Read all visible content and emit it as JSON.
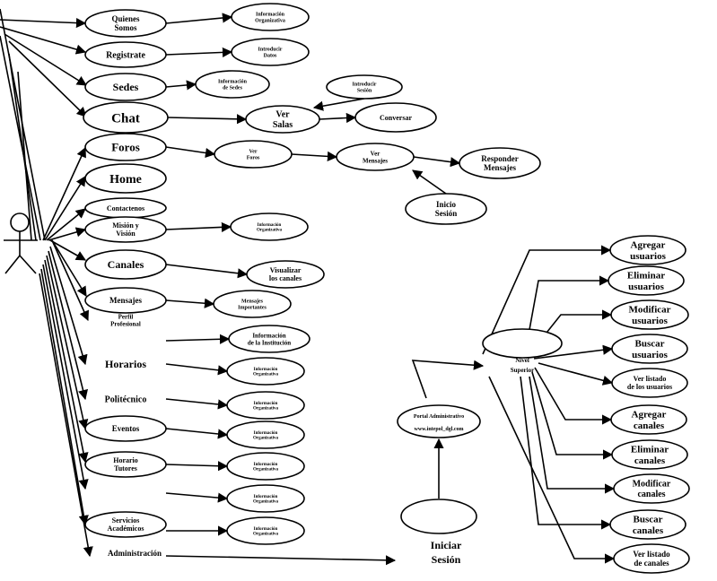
{
  "nodes": {
    "quienes_somos": [
      "Quienes",
      "Somos"
    ],
    "registrate": [
      "Registrate"
    ],
    "sedes": [
      "Sedes"
    ],
    "chat": [
      "Chat"
    ],
    "foros": [
      "Foros"
    ],
    "home": [
      "Home"
    ],
    "contactenos": [
      "Contactenos"
    ],
    "mision_vision": [
      "Misión y",
      "Visión"
    ],
    "canales": [
      "Canales"
    ],
    "mensajes": [
      "Mensajes"
    ],
    "perfil_profesional": [
      "Perfil",
      "Profesional"
    ],
    "horarios": [
      "Horarios"
    ],
    "politecnico": [
      "Politécnico"
    ],
    "eventos": [
      "Eventos"
    ],
    "horario_tutores": [
      "Horario",
      "Tutores"
    ],
    "servicios_academicos": [
      "Servicios",
      "Académicos"
    ],
    "administracion": [
      "Administración"
    ],
    "info_org_1": [
      "Información",
      "Organizativa"
    ],
    "introducir_datos": [
      "Introducir",
      "Datos"
    ],
    "info_sedes": [
      "Información",
      "de Sedes"
    ],
    "ver_salas": [
      "Ver",
      "Salas"
    ],
    "introducir_sesion": [
      "Introducir",
      "Sesión"
    ],
    "conversar": [
      "Conversar"
    ],
    "ver_foros": [
      "Ver",
      "Foros"
    ],
    "ver_mensajes": [
      "Ver",
      "Mensajes"
    ],
    "responder_mensajes": [
      "Responder",
      "Mensajes"
    ],
    "inicio_sesion": [
      "Inicio",
      "Sesión"
    ],
    "info_org_2": [
      "Información",
      "Organizativa"
    ],
    "visualizar_canales": [
      "Visualizar",
      "los canales"
    ],
    "mensajes_importantes": [
      "Mensajes",
      "Importantes"
    ],
    "info_institucion": [
      "Información",
      "de la Institución"
    ],
    "info_org_3": [
      "Información",
      "Organizativa"
    ],
    "info_org_4": [
      "Información",
      "Organizativa"
    ],
    "info_org_5": [
      "Información",
      "Organizativa"
    ],
    "info_org_6": [
      "Información",
      "Organizativa"
    ],
    "info_org_7": [
      "Información",
      "Organizativa"
    ],
    "info_org_8": [
      "Información",
      "Organizativa"
    ],
    "portal": [
      "Portal Administrativo",
      "www.intepol_dgl.com"
    ],
    "iniciar_sesion": [
      "Iniciar",
      "Sesión"
    ],
    "nivel_superior": [
      "Nivel",
      "Superior"
    ],
    "agregar_usuarios": [
      "Agregar",
      "usuarios"
    ],
    "eliminar_usuarios": [
      "Eliminar",
      "usuarios"
    ],
    "modificar_usuarios": [
      "Modificar",
      "usuarios"
    ],
    "buscar_usuarios": [
      "Buscar",
      "usuarios"
    ],
    "ver_listado_usuarios": [
      "Ver listado",
      "de los usuarios"
    ],
    "agregar_canales": [
      "Agregar",
      "canales"
    ],
    "eliminar_canales": [
      "Eliminar",
      "canales"
    ],
    "modificar_canales": [
      "Modificar",
      "canales"
    ],
    "buscar_canales": [
      "Buscar",
      "canales"
    ],
    "ver_listado_canales": [
      "Ver listado",
      "de canales"
    ]
  }
}
